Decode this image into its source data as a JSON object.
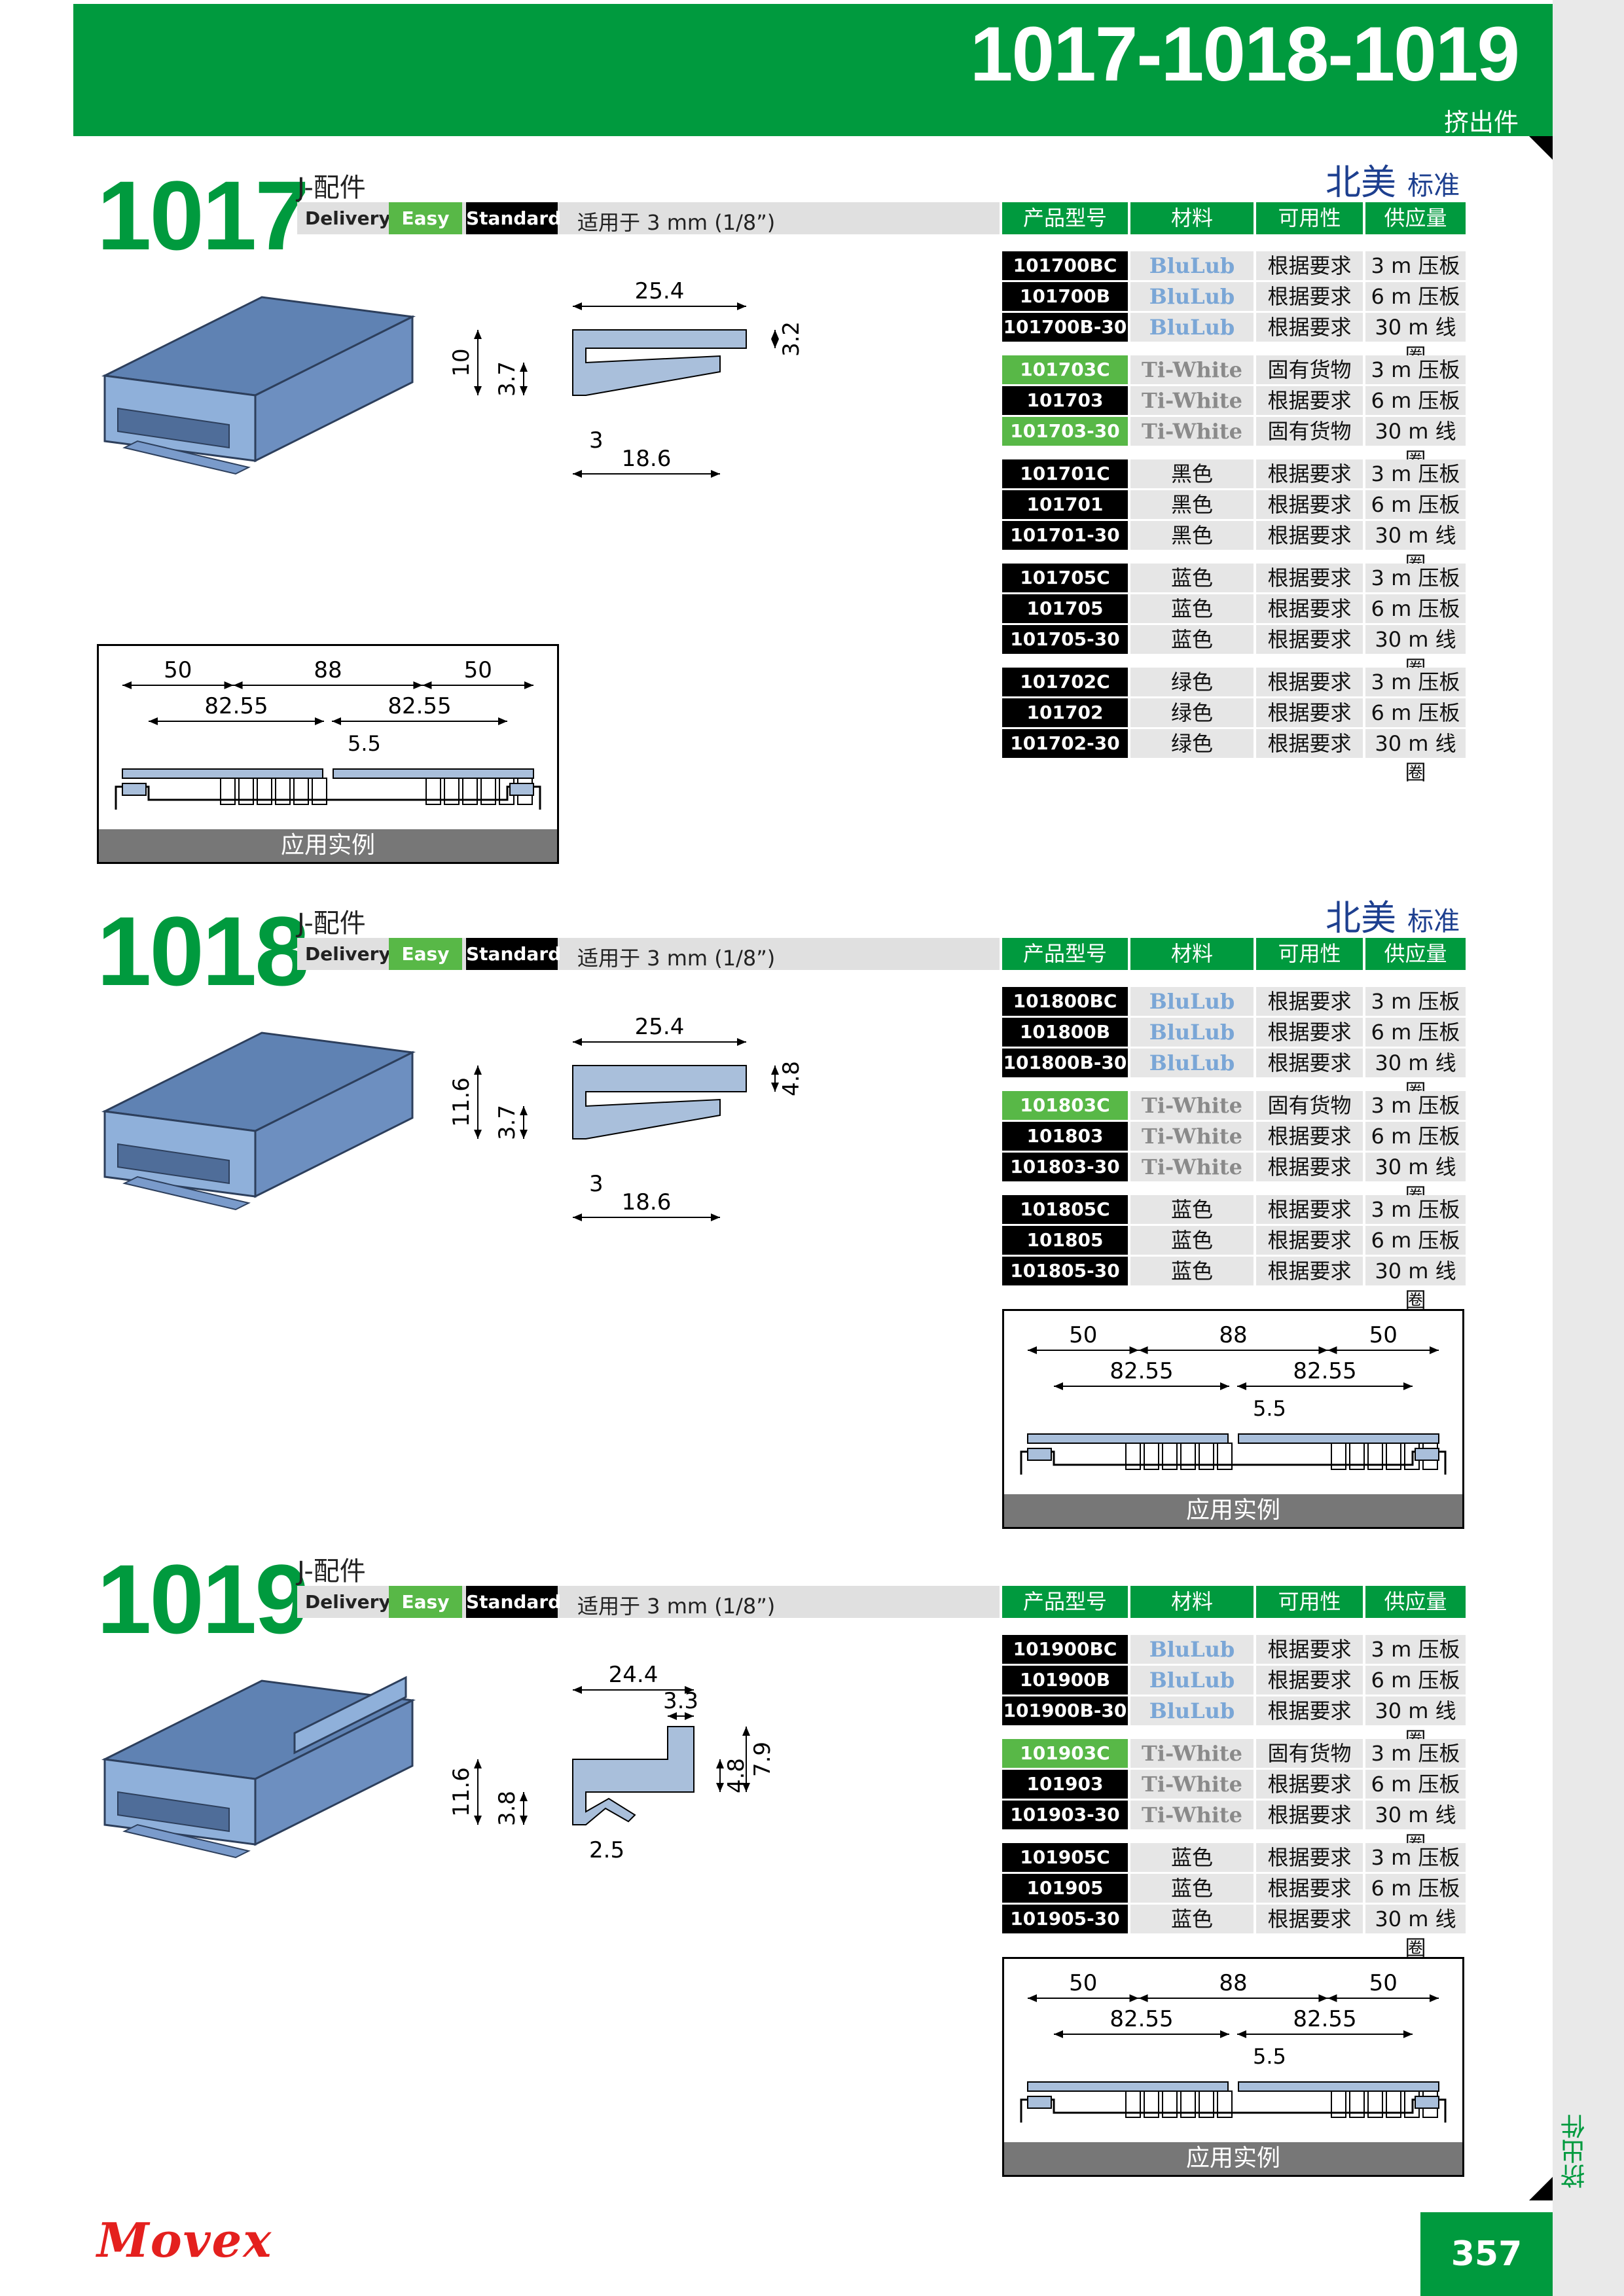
{
  "header": {
    "title": "1017-1018-1019",
    "subtitle": "挤出件"
  },
  "footer": {
    "logo": "Movex",
    "page_number": "357",
    "side_label": "挤出件"
  },
  "colors": {
    "brand_green": "#009a3e",
    "easy_green": "#58b847",
    "profile_blue": "#a9bfdb",
    "region_blue": "#1d3f8f"
  },
  "table_headers": [
    "产品型号",
    "材料",
    "可用性",
    "供应量"
  ],
  "sections": [
    {
      "number": "1017",
      "subtitle": "J-配件",
      "delivery_label": "Delivery:",
      "easy": "Easy",
      "standard": "Standard",
      "note": "适用于 3 mm (1/8”)",
      "region": "北美",
      "region_suffix": "标准",
      "dims": {
        "width": "25.4",
        "top": "3.2",
        "height": "10",
        "gap": "3.7",
        "lip": "3",
        "depth": "18.6"
      },
      "app": {
        "d1": "50",
        "d2": "88",
        "d3": "50",
        "d4": "82.55",
        "d5": "82.55",
        "d6": "5.5",
        "caption": "应用实例"
      },
      "groups": [
        [
          [
            "101700BC",
            "BluLub",
            "根据要求",
            "3 m 压板",
            false
          ],
          [
            "101700B",
            "BluLub",
            "根据要求",
            "6 m 压板",
            false
          ],
          [
            "101700B-30",
            "BluLub",
            "根据要求",
            "30 m 线圈",
            false
          ]
        ],
        [
          [
            "101703C",
            "Ti-White",
            "固有货物",
            "3 m 压板",
            true
          ],
          [
            "101703",
            "Ti-White",
            "根据要求",
            "6 m 压板",
            false
          ],
          [
            "101703-30",
            "Ti-White",
            "固有货物",
            "30 m 线圈",
            true
          ]
        ],
        [
          [
            "101701C",
            "黑色",
            "根据要求",
            "3 m 压板",
            false
          ],
          [
            "101701",
            "黑色",
            "根据要求",
            "6 m 压板",
            false
          ],
          [
            "101701-30",
            "黑色",
            "根据要求",
            "30 m 线圈",
            false
          ]
        ],
        [
          [
            "101705C",
            "蓝色",
            "根据要求",
            "3 m 压板",
            false
          ],
          [
            "101705",
            "蓝色",
            "根据要求",
            "6 m 压板",
            false
          ],
          [
            "101705-30",
            "蓝色",
            "根据要求",
            "30 m 线圈",
            false
          ]
        ],
        [
          [
            "101702C",
            "绿色",
            "根据要求",
            "3 m 压板",
            false
          ],
          [
            "101702",
            "绿色",
            "根据要求",
            "6 m 压板",
            false
          ],
          [
            "101702-30",
            "绿色",
            "根据要求",
            "30 m 线圈",
            false
          ]
        ]
      ]
    },
    {
      "number": "1018",
      "subtitle": "J-配件",
      "delivery_label": "Delivery:",
      "easy": "Easy",
      "standard": "Standard",
      "note": "适用于 3 mm (1/8”)",
      "region": "北美",
      "region_suffix": "标准",
      "dims": {
        "width": "25.4",
        "top": "4.8",
        "height": "11.6",
        "gap": "3.7",
        "lip": "3",
        "depth": "18.6"
      },
      "app": {
        "d1": "50",
        "d2": "88",
        "d3": "50",
        "d4": "82.55",
        "d5": "82.55",
        "d6": "5.5",
        "caption": "应用实例"
      },
      "groups": [
        [
          [
            "101800BC",
            "BluLub",
            "根据要求",
            "3 m 压板",
            false
          ],
          [
            "101800B",
            "BluLub",
            "根据要求",
            "6 m 压板",
            false
          ],
          [
            "101800B-30",
            "BluLub",
            "根据要求",
            "30 m 线圈",
            false
          ]
        ],
        [
          [
            "101803C",
            "Ti-White",
            "固有货物",
            "3 m 压板",
            true
          ],
          [
            "101803",
            "Ti-White",
            "根据要求",
            "6 m 压板",
            false
          ],
          [
            "101803-30",
            "Ti-White",
            "根据要求",
            "30 m 线圈",
            false
          ]
        ],
        [
          [
            "101805C",
            "蓝色",
            "根据要求",
            "3 m 压板",
            false
          ],
          [
            "101805",
            "蓝色",
            "根据要求",
            "6 m 压板",
            false
          ],
          [
            "101805-30",
            "蓝色",
            "根据要求",
            "30 m 线圈",
            false
          ]
        ]
      ]
    },
    {
      "number": "1019",
      "subtitle": "J-配件",
      "delivery_label": "Delivery:",
      "easy": "Easy",
      "standard": "Standard",
      "note": "适用于 3 mm (1/8”)",
      "region": "",
      "region_suffix": "",
      "dims": {
        "width": "24.4",
        "step": "3.3",
        "inner": "4.8",
        "outer": "7.9",
        "height": "11.6",
        "gap": "3.8",
        "lip": "2.5"
      },
      "app": {
        "d1": "50",
        "d2": "88",
        "d3": "50",
        "d4": "82.55",
        "d5": "82.55",
        "d6": "5.5",
        "caption": "应用实例"
      },
      "groups": [
        [
          [
            "101900BC",
            "BluLub",
            "根据要求",
            "3 m 压板",
            false
          ],
          [
            "101900B",
            "BluLub",
            "根据要求",
            "6 m 压板",
            false
          ],
          [
            "101900B-30",
            "BluLub",
            "根据要求",
            "30 m 线圈",
            false
          ]
        ],
        [
          [
            "101903C",
            "Ti-White",
            "固有货物",
            "3 m 压板",
            true
          ],
          [
            "101903",
            "Ti-White",
            "根据要求",
            "6 m 压板",
            false
          ],
          [
            "101903-30",
            "Ti-White",
            "根据要求",
            "30 m 线圈",
            false
          ]
        ],
        [
          [
            "101905C",
            "蓝色",
            "根据要求",
            "3 m 压板",
            false
          ],
          [
            "101905",
            "蓝色",
            "根据要求",
            "6 m 压板",
            false
          ],
          [
            "101905-30",
            "蓝色",
            "根据要求",
            "30 m 线圈",
            false
          ]
        ]
      ]
    }
  ]
}
